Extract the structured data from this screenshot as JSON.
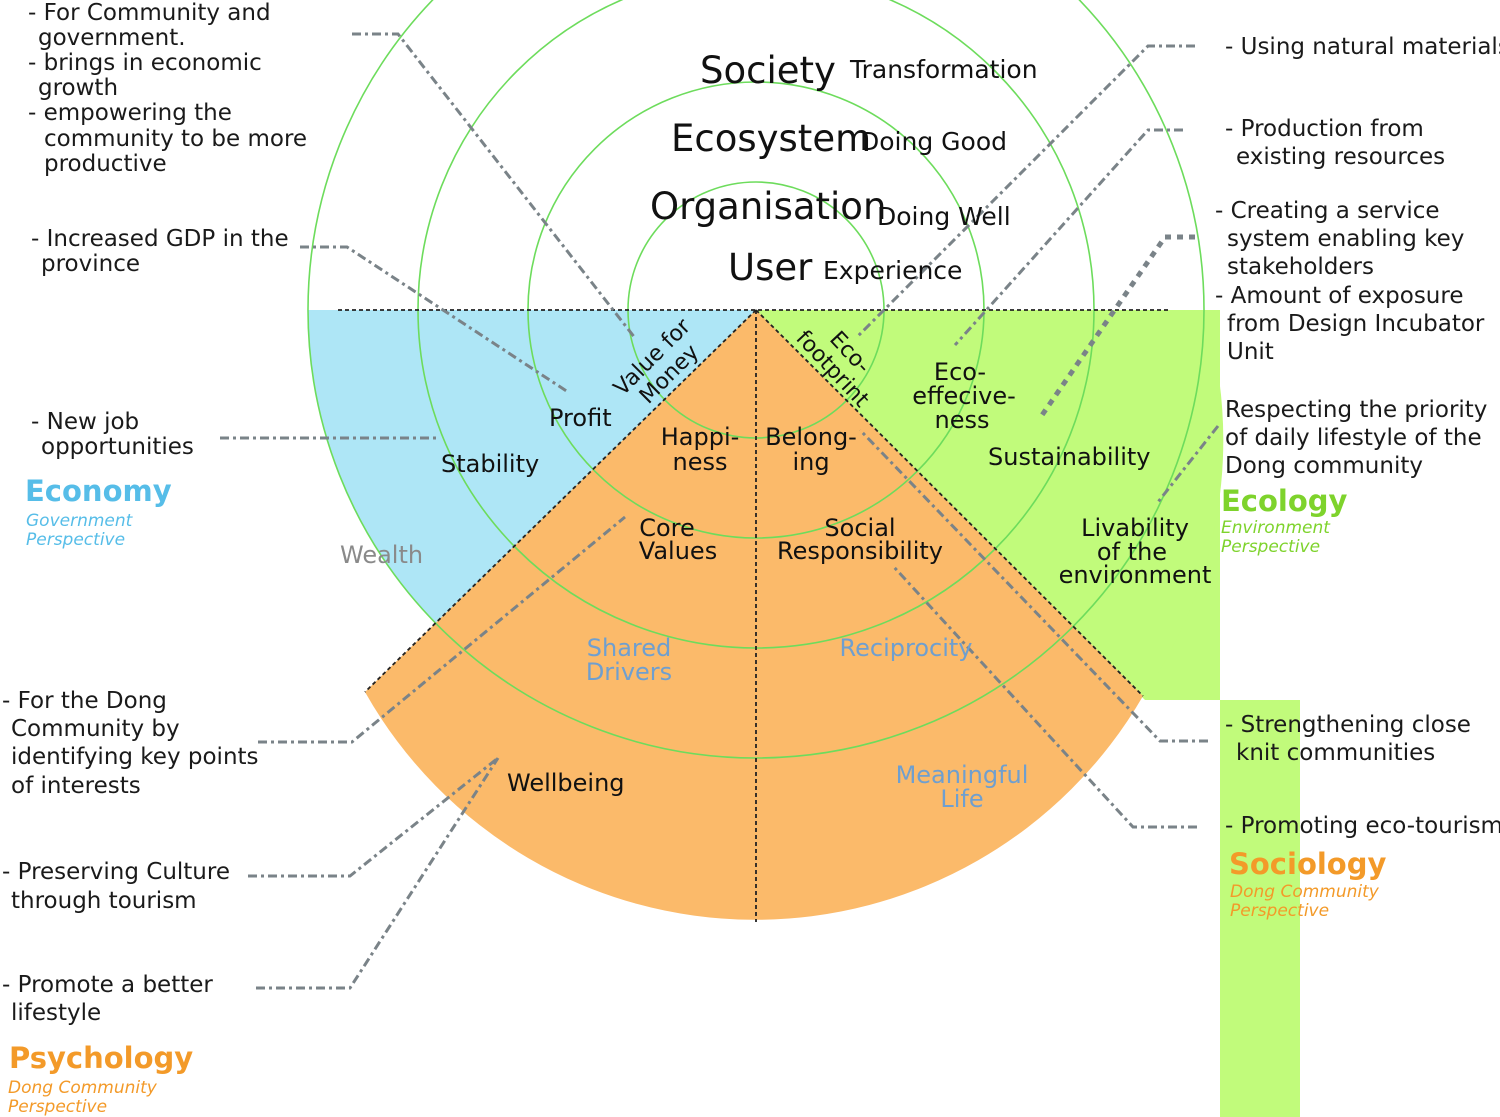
{
  "rings": [
    {
      "main": "Society",
      "sub": "Transformation"
    },
    {
      "main": "Ecosystem",
      "sub": "Doing Good"
    },
    {
      "main": "Organisation",
      "sub": "Doing Well"
    },
    {
      "main": "User",
      "sub": "Experience"
    }
  ],
  "segments": {
    "value_for_money": [
      "Value for",
      "Money"
    ],
    "eco_footprint": [
      "Eco-",
      "footprint"
    ],
    "profit": "Profit",
    "stability": "Stability",
    "wealth": "Wealth",
    "happiness": [
      "Happi-",
      "ness"
    ],
    "belonging": [
      "Belong-",
      "ing"
    ],
    "eco_effectiveness": [
      "Eco-",
      "effecive-",
      "ness"
    ],
    "sustainability": "Sustainability",
    "livability": [
      "Livability",
      "of the",
      "environment"
    ],
    "core_values": [
      "Core",
      "Values"
    ],
    "social_responsibility": [
      "Social",
      "Responsibility"
    ],
    "shared_drivers": [
      "Shared",
      "Drivers"
    ],
    "reciprocity": "Reciprocity",
    "wellbeing": "Wellbeing",
    "meaningful_life": [
      "Meaningful",
      "Life"
    ]
  },
  "perspectives": {
    "economy": {
      "title": "Economy",
      "sub": [
        "Government",
        "Perspective"
      ]
    },
    "ecology": {
      "title": "Ecology",
      "sub": [
        "Environment",
        "Perspective"
      ]
    },
    "sociology": {
      "title": "Sociology",
      "sub": [
        "Dong Community",
        "Perspective"
      ]
    },
    "psychology": {
      "title": "Psychology",
      "sub": [
        "Dong Community",
        "Perspective"
      ]
    }
  },
  "notes": {
    "community_government": [
      "- For Community and",
      "government.",
      "- brings in economic",
      "growth",
      "- empowering the",
      "community to be more",
      "productive"
    ],
    "gdp": [
      "- Increased GDP in the",
      "province"
    ],
    "jobs": [
      "- New job",
      "opportunities"
    ],
    "dong_points": [
      "- For the Dong",
      "Community by",
      "identifying key points",
      "of interests"
    ],
    "preserving_culture": [
      "- Preserving Culture",
      "through tourism"
    ],
    "better_lifestyle": [
      "- Promote a better",
      "lifestyle"
    ],
    "natural_materials": [
      "- Using natural materials"
    ],
    "existing_resources": [
      "- Production from",
      "existing resources"
    ],
    "service_system": [
      "- Creating a service",
      "system enabling key",
      "stakeholders",
      "- Amount of exposure",
      "from Design Incubator",
      "Unit"
    ],
    "daily_lifestyle": [
      "Respecting the priority",
      "of daily lifestyle of the",
      "Dong community"
    ],
    "close_knit": [
      "- Strengthening close",
      "knit communities"
    ],
    "eco_tourism": [
      "- Promoting eco-tourism"
    ]
  },
  "colors": {
    "economy_fill": "#aee6f6",
    "ecology_fill": "#c1fb7b",
    "social_fill": "#fbba6a",
    "ring_stroke": "#6ddc5c",
    "economy_text": "#56bde8",
    "ecology_text": "#7ed32c",
    "social_text": "#f39a29",
    "faint_text": "#6f9fcf",
    "wealth_text": "#8a8a8a"
  }
}
